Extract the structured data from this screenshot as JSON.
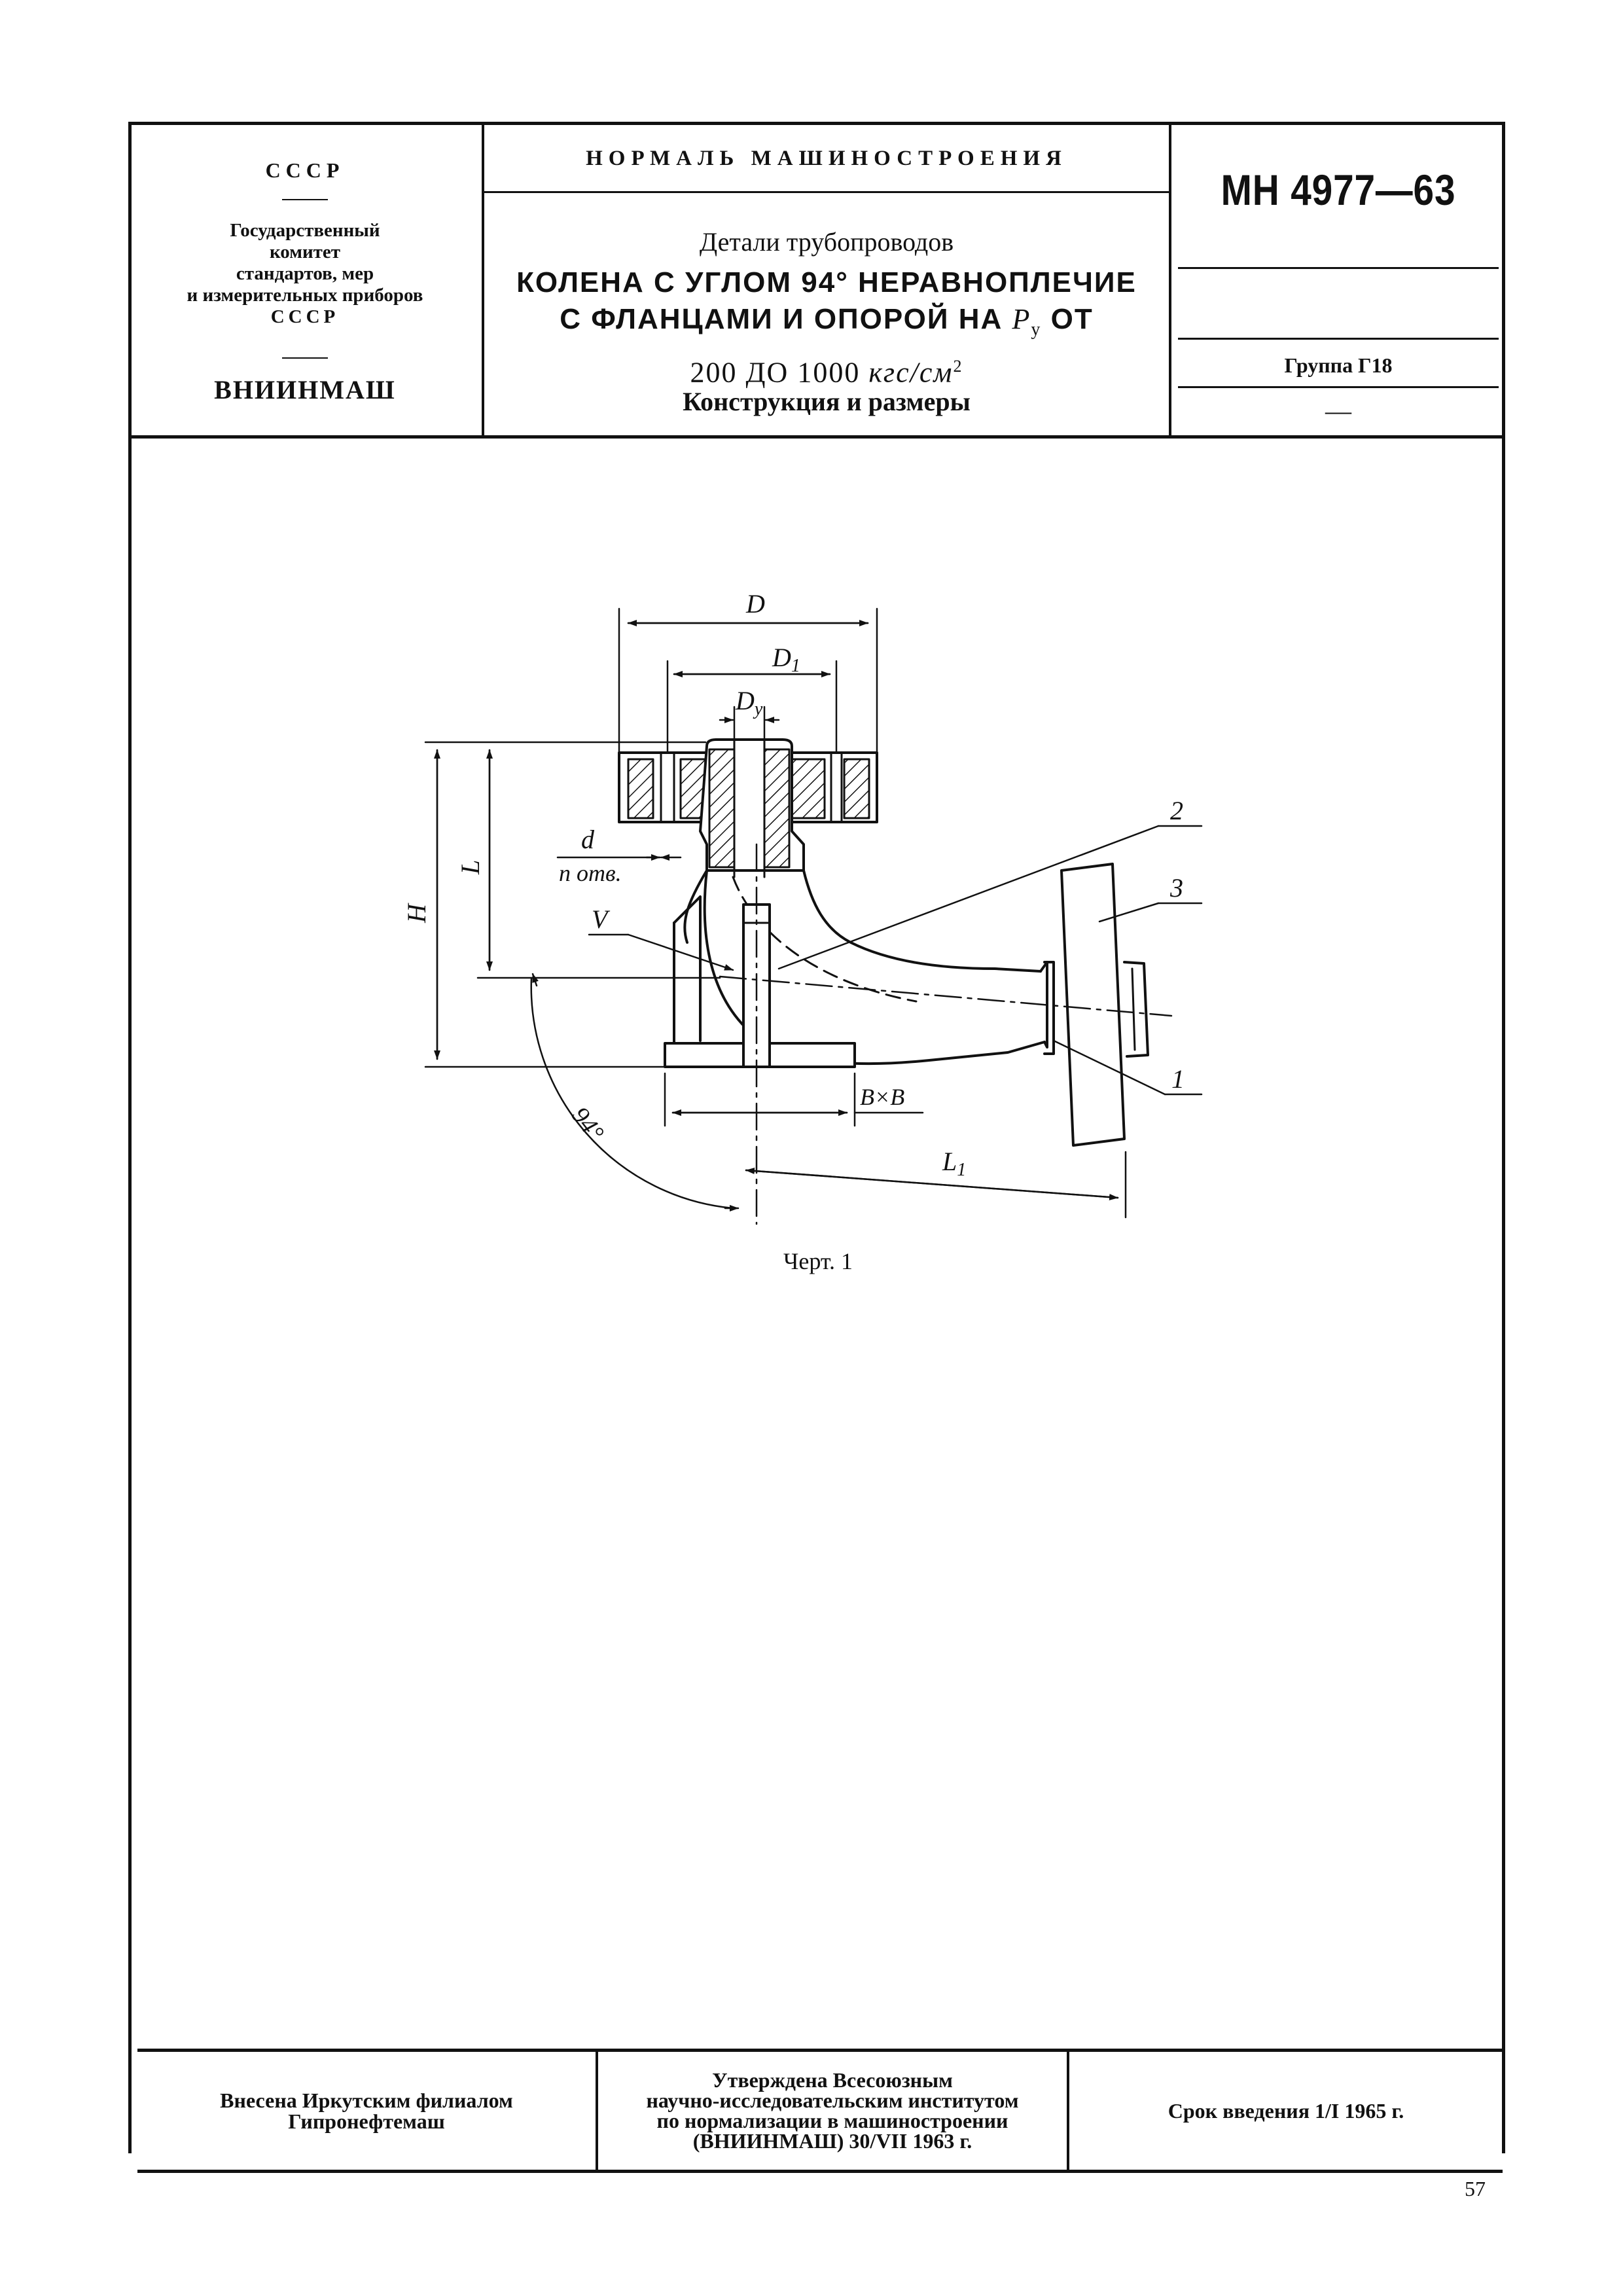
{
  "header": {
    "org_country": "СССР",
    "org_committee_lines": [
      "Государственный",
      "комитет",
      "стандартов, мер",
      "и измерительных приборов",
      "СССР"
    ],
    "org_institute": "ВНИИНМАШ",
    "normal_title": "НОРМАЛЬ МАШИНОСТРОЕНИЯ",
    "category": "Детали трубопроводов",
    "title_line1": "КОЛЕНА С УГЛОМ 94° НЕРАВНОПЛЕЧИЕ",
    "title_line2_a": "С ФЛАНЦАМИ И ОПОРОЙ НА ",
    "title_line2_p": "P",
    "title_line2_sub": "у",
    "title_line2_b": " ОТ",
    "title_line3_a": "200 ДО 1000 ",
    "title_line3_unit": "кгс/см",
    "title_line3_sup": "2",
    "subtitle": "Конструкция и размеры",
    "code": "МН 4977—63",
    "group": "Группа Г18",
    "dash": "—"
  },
  "drawing": {
    "dim_D": "D",
    "dim_D1": "D",
    "dim_D1_sub": "1",
    "dim_Dy": "D",
    "dim_Dy_sub": "у",
    "dim_d": "d",
    "dim_n_holes": "n отв.",
    "dim_H": "H",
    "dim_L": "L",
    "dim_L1": "L",
    "dim_L1_sub": "1",
    "dim_BxB": "B×B",
    "dim_angle": "94°",
    "label_V": "V",
    "callout_1": "1",
    "callout_2": "2",
    "callout_3": "3",
    "caption": "Черт. 1"
  },
  "footer": {
    "introduced_lines": [
      "Внесена Иркутским филиалом",
      "Гипронефтемаш"
    ],
    "approved_lines": [
      "Утверждена Всесоюзным",
      "научно-исследовательским институтом",
      "по нормализации в машиностроении",
      "(ВНИИНМАШ) 30/VII 1963 г."
    ],
    "effective": "Срок введения 1/I 1965 г."
  },
  "page_number": "57"
}
